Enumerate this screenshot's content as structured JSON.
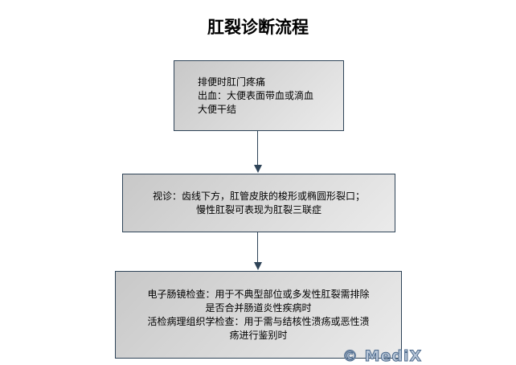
{
  "title": "肛裂诊断流程",
  "nodes": [
    {
      "lines": [
        "排便时肛门疼痛",
        "出血：大便表面带血或滴血",
        "大便干结"
      ]
    },
    {
      "lines": [
        "视诊：齿线下方，肛管皮肤的梭形或椭圆形裂口；",
        "慢性肛裂可表现为肛裂三联症"
      ]
    },
    {
      "lines": [
        "电子肠镜检查：用于不典型部位或多发性肛裂需排除",
        "是否合并肠道炎性疾病时",
        "活检病理组织学检查：用于需与结核性溃疡或恶性溃",
        "疡进行鉴别时"
      ]
    }
  ],
  "watermark": "© MediX",
  "colors": {
    "border": "#2f4458",
    "fill_start": "#c8c8c8",
    "fill_end": "#ebebeb"
  }
}
